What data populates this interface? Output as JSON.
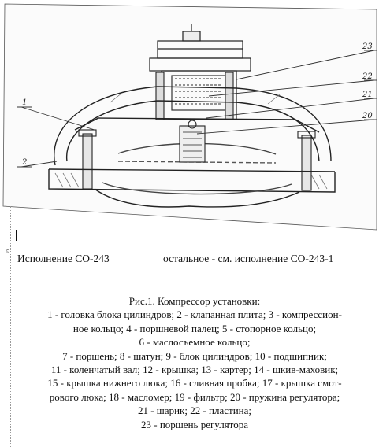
{
  "figure": {
    "callouts": [
      "23",
      "22",
      "21",
      "20",
      "1",
      "2"
    ]
  },
  "execution": {
    "left": "Исполнение СО-243",
    "right": "остальное - см. исполнение СО-243-1"
  },
  "caption": {
    "title": "Рис.1. Компрессор установки:",
    "lines": [
      "1 - головка блока цилиндров; 2 - клапанная плита; 3 - компрессион-",
      "ное кольцо; 4 - поршневой палец; 5 - стопорное кольцо;",
      "6 - маслосъемное кольцо;",
      "7 - поршень; 8 - шатун; 9 - блок цилиндров; 10 - подшипник;",
      "11 - коленчатый вал; 12 - крышка; 13 - картер; 14 - шкив-маховик;",
      "15 - крышка нижнего люка; 16 - сливная пробка; 17 - крышка смот-",
      "рового люка; 18 - масломер; 19 - фильтр; 20 - пружина регулятора;",
      "21 - шарик; 22 - пластина;",
      "23 - поршень регулятора"
    ]
  }
}
